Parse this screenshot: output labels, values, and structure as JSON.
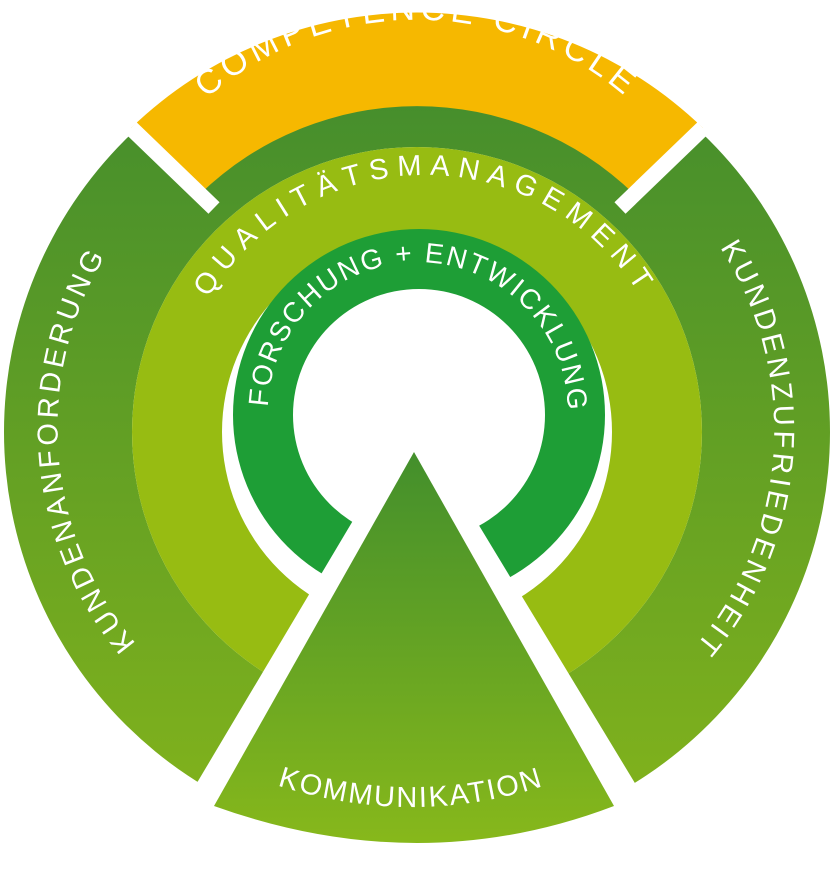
{
  "diagram": {
    "outer_ring": {
      "top": {
        "label": "COMPETENCE CIRCLE",
        "color": "#F6B800"
      },
      "left": {
        "label": "KUNDENANFORDERUNG"
      },
      "right": {
        "label": "KUNDENZUFRIEDENHEIT"
      },
      "colors": {
        "dark": "#3F8A2E",
        "light": "#84B41B"
      }
    },
    "middle_ring": {
      "label": "QUALITÄTSMANAGEMENT",
      "color": "#97BC12"
    },
    "inner_ring": {
      "label": "FORSCHUNG + ENTWICKLUNG",
      "color": "#1E9E36"
    },
    "triangle": {
      "label": "KOMMUNIKATION",
      "colors": {
        "top": "#438F2C",
        "bottom": "#87B81B"
      }
    }
  }
}
